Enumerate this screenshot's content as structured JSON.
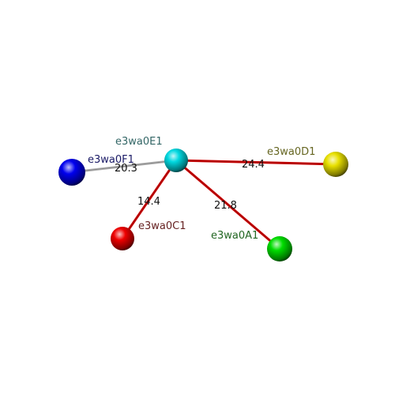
{
  "nodes": [
    {
      "id": "e3wa0E1",
      "label": "e3wa0E1",
      "color": "#00d8e0",
      "label_color": "#336666"
    },
    {
      "id": "e3wa0F1",
      "label": "e3wa0F1",
      "color": "#0000ee",
      "label_color": "#1a1a66"
    },
    {
      "id": "e3wa0D1",
      "label": "e3wa0D1",
      "color": "#e8e000",
      "label_color": "#666622"
    },
    {
      "id": "e3wa0C1",
      "label": "e3wa0C1",
      "color": "#ee0000",
      "label_color": "#662222"
    },
    {
      "id": "e3wa0A1",
      "label": "e3wa0A1",
      "color": "#00dd00",
      "label_color": "#226622"
    }
  ],
  "edges": [
    {
      "source": "e3wa0E1",
      "target": "e3wa0F1",
      "label": "20.3",
      "color": "#b0b0b0"
    },
    {
      "source": "e3wa0E1",
      "target": "e3wa0D1",
      "label": "24.4",
      "color": "#cc0000"
    },
    {
      "source": "e3wa0E1",
      "target": "e3wa0C1",
      "label": "14.4",
      "color": "#cc0000"
    },
    {
      "source": "e3wa0E1",
      "target": "e3wa0A1",
      "label": "21.8",
      "color": "#cc0000"
    }
  ]
}
